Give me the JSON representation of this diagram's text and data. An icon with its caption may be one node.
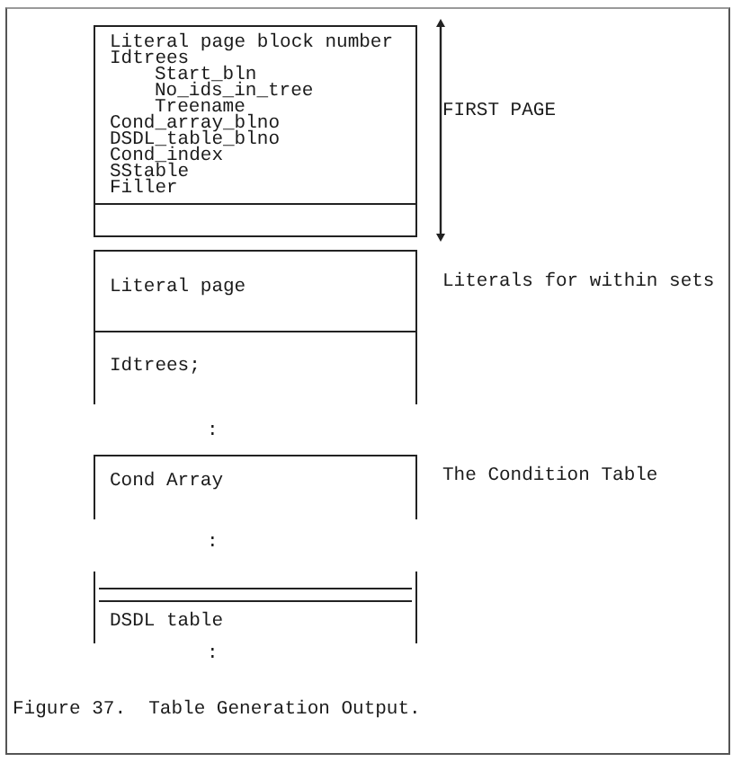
{
  "diagram": {
    "caption": "Figure 37.  Table Generation Output.",
    "nodes": [
      {
        "text": [
          "Literal page block number",
          "Idtrees",
          "Start_bln",
          "No_ids_in_tree",
          "Treename",
          "Cond_array_blno",
          "DSDL_table_blno",
          "Cond_index",
          "SStable",
          "Filler"
        ],
        "beside": [
          "FIRST PAGE"
        ]
      },
      {
        "text": [],
        "shape": "box"
      },
      {
        "text": [
          "Literal page"
        ],
        "beside": [
          "Literals for within sets"
        ]
      },
      {
        "text": [
          "Idtrees;"
        ]
      },
      {
        "text": [
          "Cond Array"
        ],
        "beside": [
          "The Condition Table"
        ]
      },
      {
        "text": [
          "DSDL table"
        ]
      }
    ],
    "labels": [
      ":",
      ":",
      ":"
    ]
  }
}
